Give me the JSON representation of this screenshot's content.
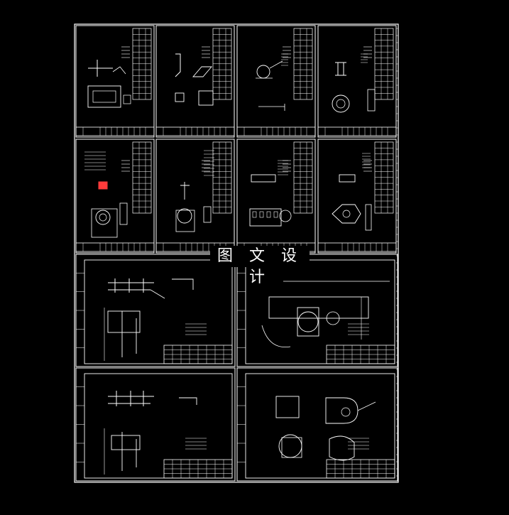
{
  "canvas": {
    "background": "#000000",
    "line_color": "#ffffff",
    "accent_color": "#ff3b3b"
  },
  "watermark": {
    "text": "图 文 设 计"
  },
  "sheets": [
    {
      "id": "small-sheet-1",
      "kind": "part-drawing"
    },
    {
      "id": "small-sheet-2",
      "kind": "part-drawing"
    },
    {
      "id": "small-sheet-3",
      "kind": "part-drawing"
    },
    {
      "id": "small-sheet-4",
      "kind": "part-drawing"
    },
    {
      "id": "small-sheet-5",
      "kind": "part-drawing"
    },
    {
      "id": "small-sheet-6",
      "kind": "part-drawing"
    },
    {
      "id": "small-sheet-7",
      "kind": "part-drawing"
    },
    {
      "id": "small-sheet-8",
      "kind": "part-drawing"
    },
    {
      "id": "large-sheet-1",
      "kind": "fixture-drawing"
    },
    {
      "id": "large-sheet-2",
      "kind": "fixture-drawing"
    },
    {
      "id": "large-sheet-3",
      "kind": "fixture-drawing"
    },
    {
      "id": "large-sheet-4",
      "kind": "fixture-drawing"
    }
  ]
}
